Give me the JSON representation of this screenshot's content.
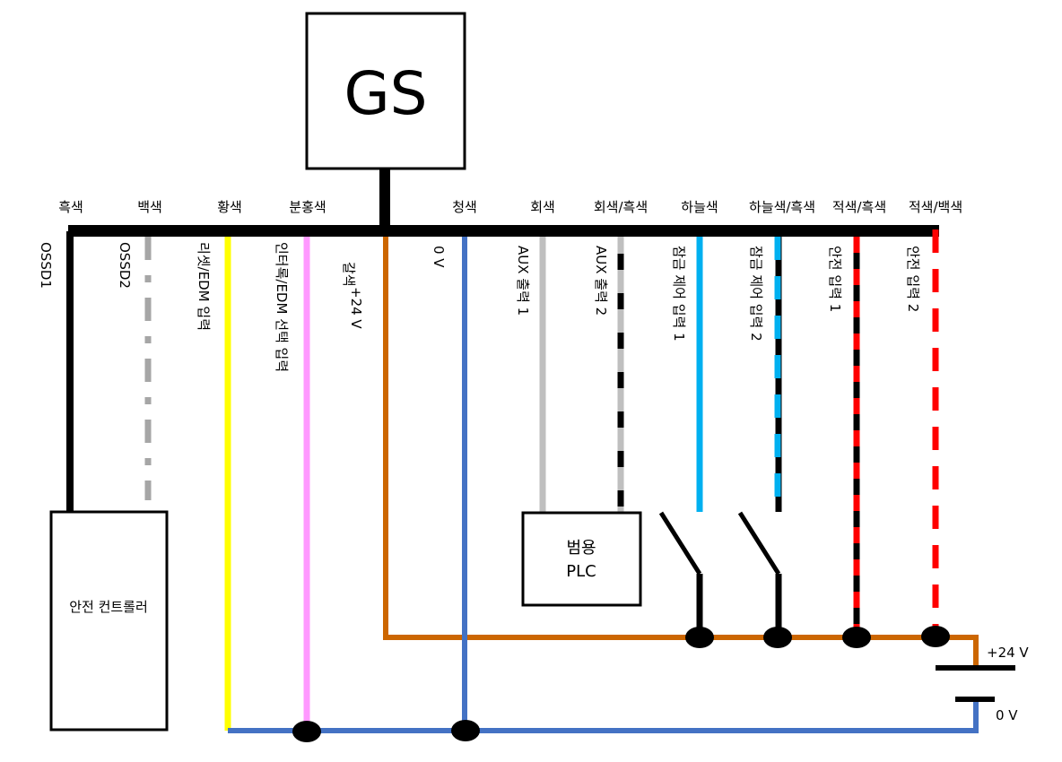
{
  "device": {
    "label": "GS"
  },
  "colors": {
    "black": "#000000",
    "white_gray": "#a6a6a6",
    "yellow": "#ffff00",
    "pink": "#ff99ff",
    "brown": "#cc6600",
    "blue": "#4472c4",
    "gray": "#bfbfbf",
    "sky": "#00b0f0",
    "red": "#ff0000"
  },
  "wires": [
    {
      "id": "black",
      "color_label": "흑색",
      "function": "OSSD1"
    },
    {
      "id": "white",
      "color_label": "백색",
      "function": "OSSD2"
    },
    {
      "id": "yellow",
      "color_label": "황색",
      "function": "리셋/EDM 입력"
    },
    {
      "id": "pink",
      "color_label": "분홍색",
      "function": "인터록/EDM 선택 입력"
    },
    {
      "id": "brown",
      "color_label": "갈색",
      "function": "+24 V"
    },
    {
      "id": "blue",
      "color_label": "청색",
      "function": "0 V"
    },
    {
      "id": "gray",
      "color_label": "회색",
      "function": "AUX 출력 1"
    },
    {
      "id": "gray-black",
      "color_label": "회색/흑색",
      "function": "AUX 출력 2"
    },
    {
      "id": "sky",
      "color_label": "하늘색",
      "function": "잠금 제어 입력 1"
    },
    {
      "id": "sky-black",
      "color_label": "하늘색/흑색",
      "function": "잠금 제어 입력 2"
    },
    {
      "id": "red-black",
      "color_label": "적색/흑색",
      "function": "안전 입력 1"
    },
    {
      "id": "red-white",
      "color_label": "적색/백색",
      "function": "안전 입력 2"
    }
  ],
  "components": {
    "safety_controller": "안전 컨트롤러",
    "plc_line1": "범용",
    "plc_line2": "PLC"
  },
  "power": {
    "plus": "+24 V",
    "zero": "0 V"
  }
}
